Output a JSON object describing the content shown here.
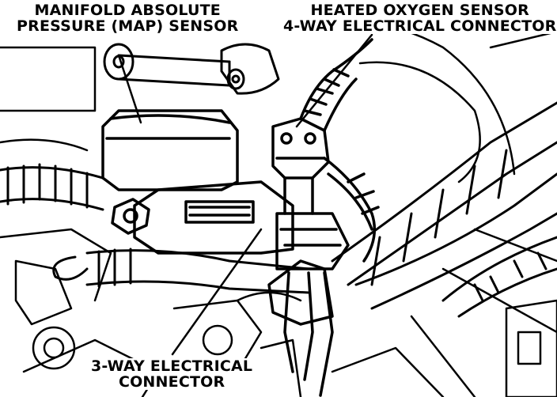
{
  "labels": {
    "map_sensor": [
      "MANIFOLD ABSOLUTE",
      "PRESSURE (MAP) SENSOR"
    ],
    "o2_connector": [
      "HEATED OXYGEN SENSOR",
      "4-WAY ELECTRICAL CONNECTOR"
    ],
    "three_way": [
      "3-WAY ELECTRICAL",
      "CONNECTOR"
    ]
  },
  "colors": {
    "ink": "#000000",
    "paper": "#ffffff"
  }
}
